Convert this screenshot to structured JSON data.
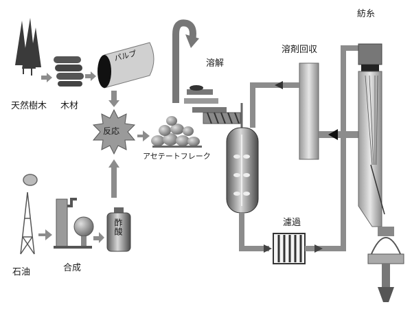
{
  "labels": {
    "natural_wood": "天然樹木",
    "lumber": "木材",
    "pulp": "パルプ",
    "reaction": "反応",
    "acetate_flake": "アセテートフレーク",
    "dissolution": "溶解",
    "solvent_recovery": "溶剤回収",
    "spinning": "紡糸",
    "filtration": "濾過",
    "petroleum": "石油",
    "synthesis": "合成",
    "acetic_acid": "酢酸"
  },
  "colors": {
    "pipe": "#8c8c8c",
    "pipe_dark": "#555555",
    "vessel": "#6f6f6f",
    "light": "#c9c9c9"
  }
}
